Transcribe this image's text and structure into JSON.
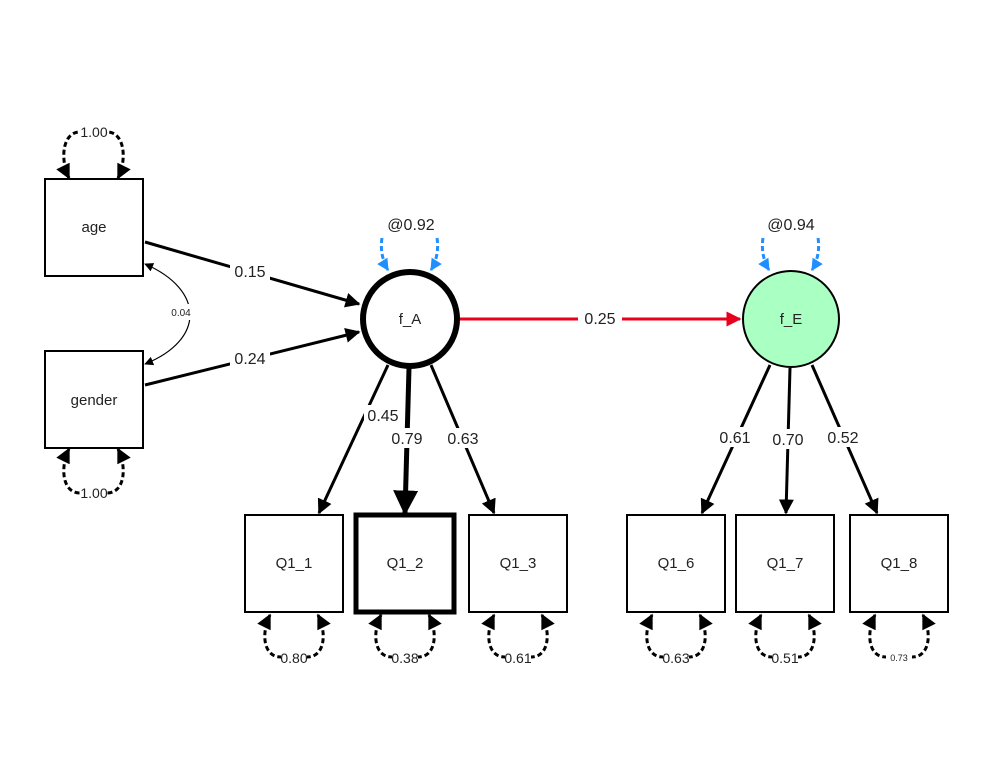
{
  "colors": {
    "line": "#000000",
    "red_path": "#e8001c",
    "blue_variance": "#1f8fff",
    "green_fill": "#aaffc3",
    "node_fill": "#ffffff"
  },
  "nodes": {
    "age": "age",
    "gender": "gender",
    "f_A": "f_A",
    "f_E": "f_E",
    "Q1_1": "Q1_1",
    "Q1_2": "Q1_2",
    "Q1_3": "Q1_3",
    "Q1_6": "Q1_6",
    "Q1_7": "Q1_7",
    "Q1_8": "Q1_8"
  },
  "paths": {
    "age_to_fA": "0.15",
    "gender_to_fA": "0.24",
    "age_gender_cov": "0.04",
    "fA_to_fE": "0.25",
    "fA_to_Q1_1": "0.45",
    "fA_to_Q1_2": "0.79",
    "fA_to_Q1_3": "0.63",
    "fE_to_Q1_6": "0.61",
    "fE_to_Q1_7": "0.70",
    "fE_to_Q1_8": "0.52"
  },
  "variances": {
    "age": "1.00",
    "gender": "1.00",
    "f_A": "@0.92",
    "f_E": "@0.94",
    "Q1_1": "0.80",
    "Q1_2": "0.38",
    "Q1_3": "0.61",
    "Q1_6": "0.63",
    "Q1_7": "0.51",
    "Q1_8": "0.73"
  }
}
